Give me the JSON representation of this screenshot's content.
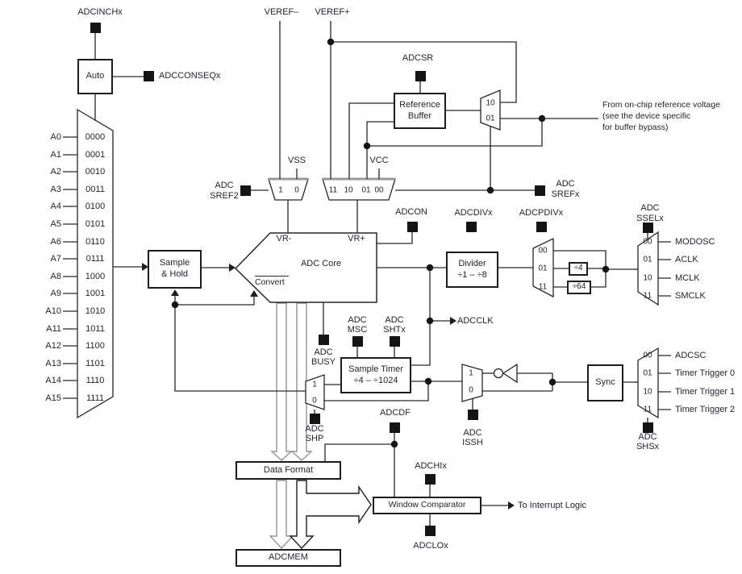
{
  "channel_mux": {
    "inputs": [
      {
        "name": "A0",
        "code": "0000"
      },
      {
        "name": "A1",
        "code": "0001"
      },
      {
        "name": "A2",
        "code": "0010"
      },
      {
        "name": "A3",
        "code": "0011"
      },
      {
        "name": "A4",
        "code": "0100"
      },
      {
        "name": "A5",
        "code": "0101"
      },
      {
        "name": "A6",
        "code": "0110"
      },
      {
        "name": "A7",
        "code": "0111"
      },
      {
        "name": "A8",
        "code": "1000"
      },
      {
        "name": "A9",
        "code": "1001"
      },
      {
        "name": "A10",
        "code": "1010"
      },
      {
        "name": "A11",
        "code": "1011"
      },
      {
        "name": "A12",
        "code": "1100"
      },
      {
        "name": "A13",
        "code": "1101"
      },
      {
        "name": "A14",
        "code": "1110"
      },
      {
        "name": "A15",
        "code": "1111"
      }
    ]
  },
  "auto": {
    "label": "Auto"
  },
  "registers": {
    "adcinchx": "ADCINCHx",
    "adcconseqx": "ADCCONSEQx",
    "adcsr": "ADCSR",
    "adc_sref2": {
      "l1": "ADC",
      "l2": "SREF2"
    },
    "adc_srefx": {
      "l1": "ADC",
      "l2": "SREFx"
    },
    "adcon": "ADCON",
    "adcdivx": "ADCDIVx",
    "adcpdivx": "ADCPDIVx",
    "adc_sselx": {
      "l1": "ADC",
      "l2": "SSELx"
    },
    "adc_msc": {
      "l1": "ADC",
      "l2": "MSC"
    },
    "adc_shtx": {
      "l1": "ADC",
      "l2": "SHTx"
    },
    "adc_busy": {
      "l1": "ADC",
      "l2": "BUSY"
    },
    "adc_shp": {
      "l1": "ADC",
      "l2": "SHP"
    },
    "adc_issh": {
      "l1": "ADC",
      "l2": "ISSH"
    },
    "adc_shsx": {
      "l1": "ADC",
      "l2": "SHSx"
    },
    "adcdf": "ADCDF",
    "adchix": "ADCHIx",
    "adclox": "ADCLOx"
  },
  "supplies": {
    "veref_minus": "VEREF–",
    "veref_plus": "VEREF+",
    "vss": "VSS",
    "vcc": "VCC"
  },
  "reference": {
    "buffer": {
      "l1": "Reference",
      "l2": "Buffer"
    },
    "refsel_mux": {
      "in10": "10",
      "in01": "01"
    },
    "sref2_mux": {
      "in1": "1",
      "in0": "0"
    },
    "sref_mux": {
      "in11": "11",
      "in10": "10",
      "in01": "01",
      "in00": "00"
    },
    "onchip_note": {
      "l1": "From on-chip reference voltage",
      "l2": "(see the device specific",
      "l3": "for buffer bypass)"
    }
  },
  "core": {
    "label": "ADC Core",
    "vr_minus": "VR-",
    "vr_plus": "VR+",
    "convert": "Convert",
    "sample_hold": {
      "l1": "Sample",
      "l2": "& Hold"
    }
  },
  "clock": {
    "divider": {
      "l1": "Divider",
      "l2": "÷1 – ÷8"
    },
    "div4": "÷4",
    "div64": "÷64",
    "presc_mux": {
      "in00": "00",
      "in01": "01",
      "in11": "11"
    },
    "ssel_mux": {
      "in00": "00",
      "in01": "01",
      "in10": "10",
      "in11": "11"
    },
    "sources": [
      "MODOSC",
      "ACLK",
      "MCLK",
      "SMCLK"
    ],
    "adcclk": "ADCCLK"
  },
  "sampling": {
    "sample_timer": {
      "l1": "Sample Timer",
      "l2": "÷4 – ÷1024"
    },
    "shp_mux": {
      "in1": "1",
      "in0": "0"
    },
    "issh_mux": {
      "in1": "1",
      "in0": "0"
    },
    "sync": "Sync",
    "trigger_mux": {
      "in00": "00",
      "in01": "01",
      "in10": "10",
      "in11": "11"
    },
    "triggers": [
      "ADCSC",
      "Timer Trigger 0",
      "Timer Trigger 1",
      "Timer Trigger 2"
    ]
  },
  "output": {
    "data_format": "Data Format",
    "adcmem": "ADCMEM",
    "window_comparator": "Window Comparator",
    "to_interrupt": "To Interrupt Logic"
  },
  "colors": {
    "line": "#27272b",
    "text": "#23242e",
    "marker": "#141414",
    "gray_arrow": "#909296"
  }
}
